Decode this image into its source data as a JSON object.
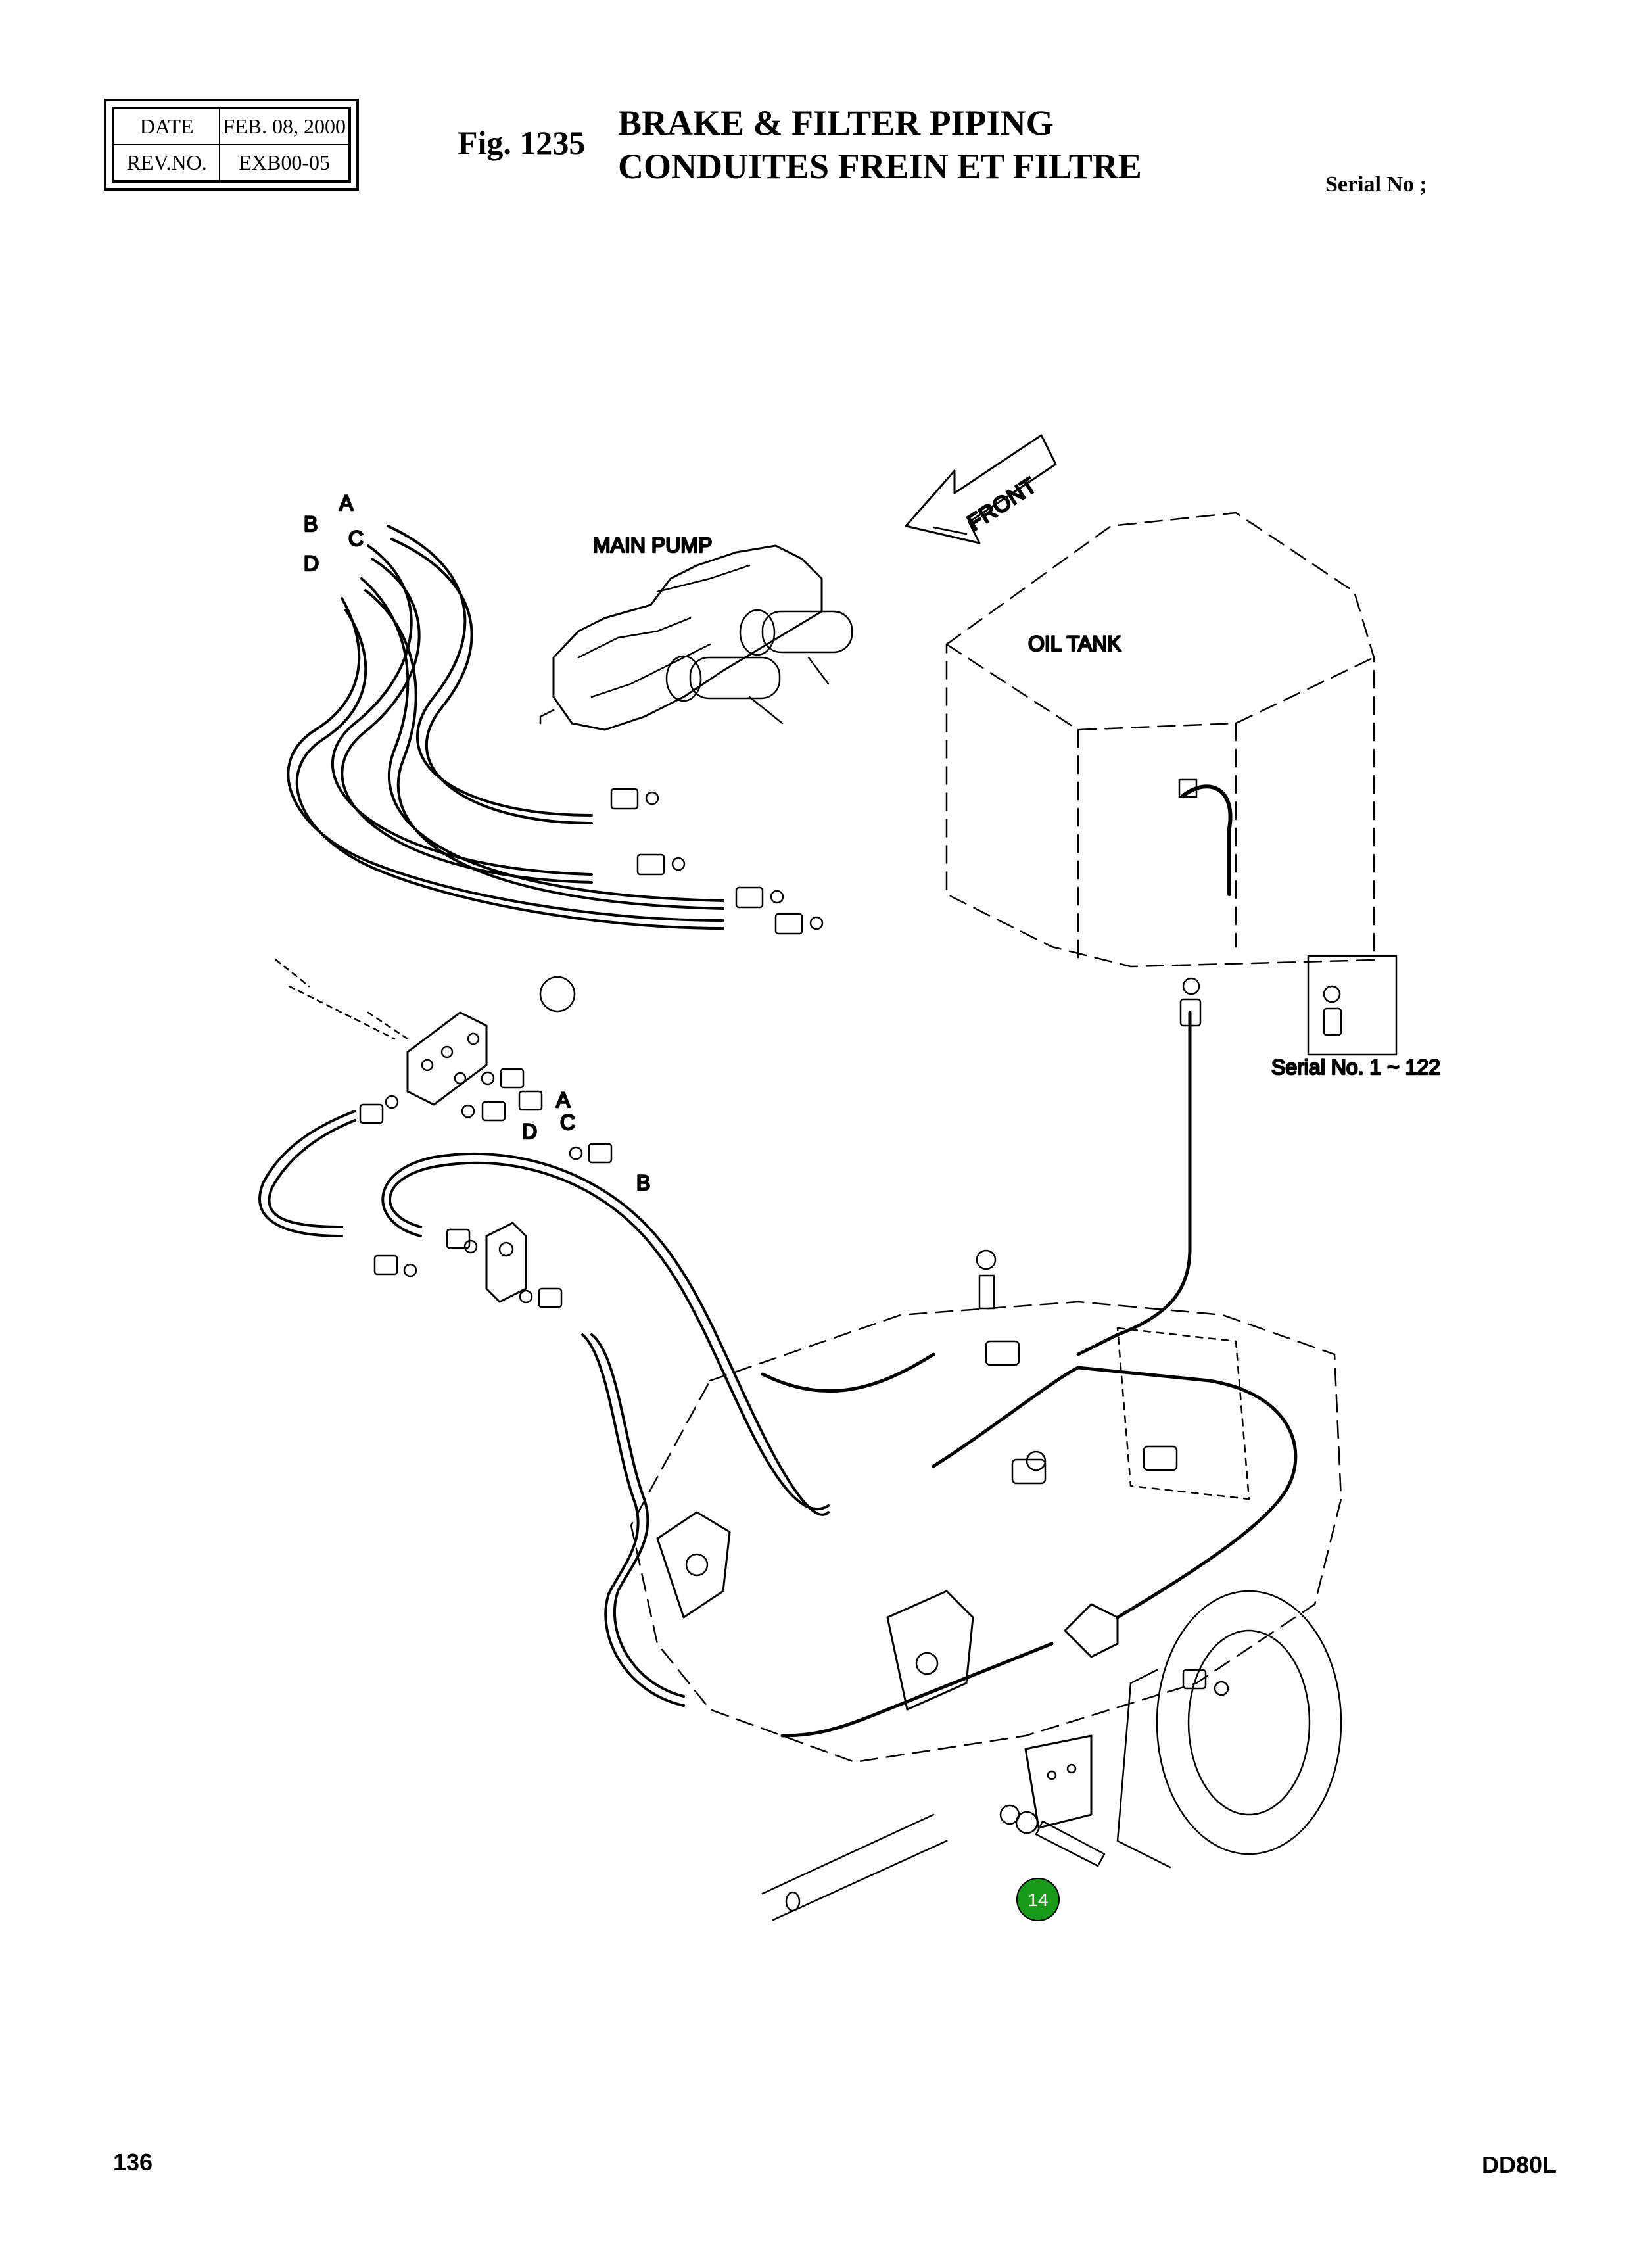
{
  "header": {
    "date_key": "DATE",
    "date_value": "FEB. 08, 2000",
    "rev_key": "REV.NO.",
    "rev_value": "EXB00-05",
    "fig_label": "Fig. 1235",
    "title_en": "BRAKE & FILTER PIPING",
    "title_fr": "CONDUITES FREIN ET FILTRE",
    "serial_label": "Serial No ;"
  },
  "diagram": {
    "front_label": "FRONT",
    "main_pump_label": "MAIN PUMP",
    "oil_tank_label": "OIL TANK",
    "serial_range_label": "Serial No. 1 ~ 122",
    "port_labels": {
      "pump_a": "A",
      "pump_b": "B",
      "pump_c": "C",
      "pump_d": "D",
      "block_a": "A",
      "block_b": "B",
      "block_c": "C",
      "block_d": "D"
    },
    "callout": {
      "number": "14",
      "color": "#1a9a1a"
    }
  },
  "footer": {
    "page_number": "136",
    "model": "DD80L"
  }
}
